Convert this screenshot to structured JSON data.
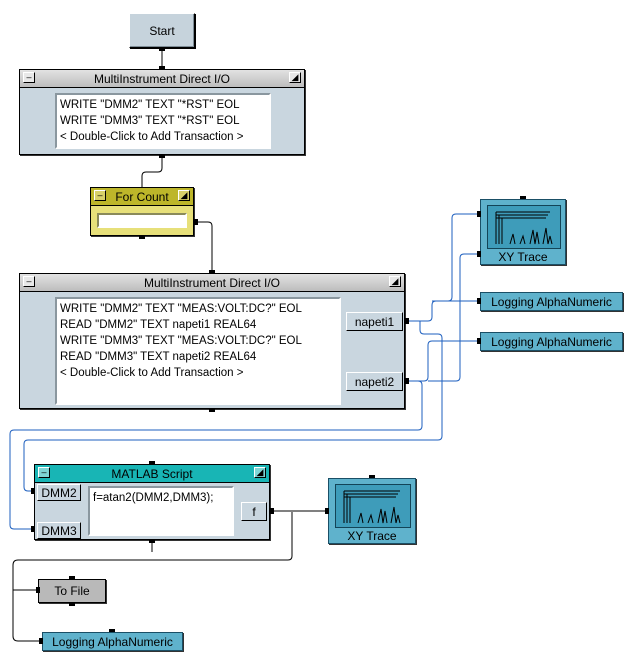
{
  "start": {
    "label": "Start"
  },
  "mio1": {
    "title": "MultiInstrument Direct I/O",
    "lines": [
      "WRITE \"DMM2\" TEXT \"*RST\" EOL",
      "WRITE \"DMM3\" TEXT \"*RST\" EOL",
      "< Double-Click to Add Transaction >"
    ]
  },
  "for_count": {
    "title": "For Count"
  },
  "mio2": {
    "title": "MultiInstrument Direct I/O",
    "lines": [
      "WRITE \"DMM2\" TEXT \"MEAS:VOLT:DC?\" EOL",
      "READ \"DMM2\" TEXT napeti1 REAL64",
      "WRITE \"DMM3\" TEXT \"MEAS:VOLT:DC?\" EOL",
      "READ \"DMM3\" TEXT napeti2 REAL64",
      "< Double-Click to Add Transaction >"
    ],
    "outputs": [
      "napeti1",
      "napeti2"
    ]
  },
  "xy1": {
    "label": "XY Trace"
  },
  "log1": {
    "label": "Logging AlphaNumeric"
  },
  "log2": {
    "label": "Logging AlphaNumeric"
  },
  "matlab": {
    "title": "MATLAB Script",
    "inputs": [
      "DMM2",
      "DMM3"
    ],
    "script": "f=atan2(DMM2,DMM3);",
    "output": "f"
  },
  "xy2": {
    "label": "XY Trace"
  },
  "to_file": {
    "label": "To File"
  },
  "log3": {
    "label": "Logging AlphaNumeric"
  },
  "colors": {
    "wire_data": "#1d5fbf",
    "wire_seq": "#000000",
    "display": "#5fb2cc",
    "object": "#c9d6df"
  }
}
